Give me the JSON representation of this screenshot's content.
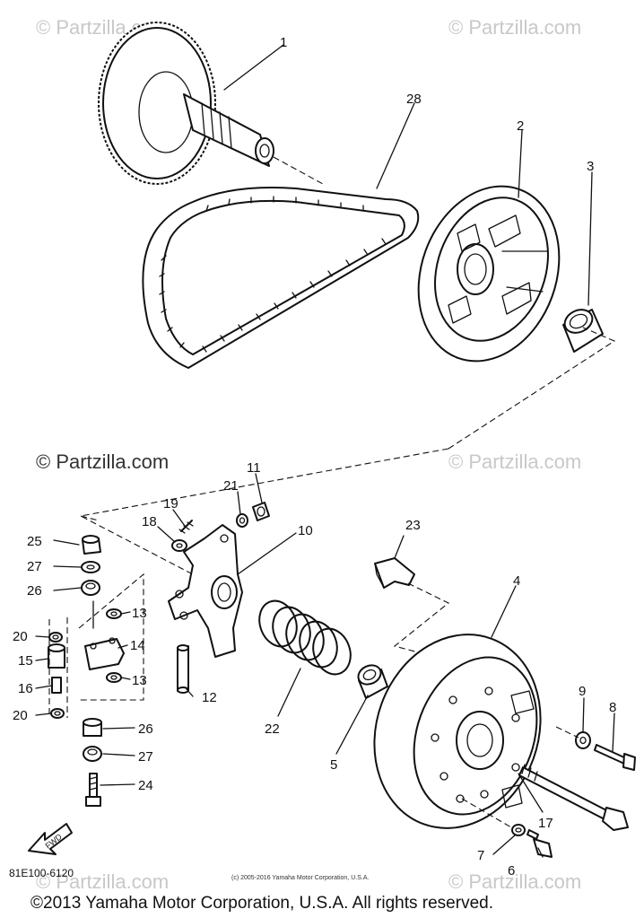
{
  "watermarks": {
    "top_left": "© Partzilla.com",
    "top_right": "© Partzilla.com",
    "mid_left": "© Partzilla.com",
    "mid_right": "© Partzilla.com",
    "bottom_left": "© Partzilla.com",
    "bottom_right": "© Partzilla.com"
  },
  "callouts": {
    "p1": "1",
    "p2": "2",
    "p3": "3",
    "p4": "4",
    "p5": "5",
    "p6": "6",
    "p7": "7",
    "p8": "8",
    "p9": "9",
    "p10": "10",
    "p11": "11",
    "p12": "12",
    "p13a": "13",
    "p13b": "13",
    "p14": "14",
    "p15": "15",
    "p16": "16",
    "p17": "17",
    "p18": "18",
    "p19": "19",
    "p20a": "20",
    "p20b": "20",
    "p21": "21",
    "p22": "22",
    "p23": "23",
    "p24": "24",
    "p25": "25",
    "p26a": "26",
    "p26b": "26",
    "p27a": "27",
    "p27b": "27",
    "p28": "28"
  },
  "fwd_label": "FWD",
  "diagram_code": "81E100-6120",
  "small_copyright": "(c) 2005-2016 Yamaha Motor Corporation, U.S.A.",
  "footer_copyright": "©2013 Yamaha Motor Corporation, U.S.A. All rights reserved."
}
